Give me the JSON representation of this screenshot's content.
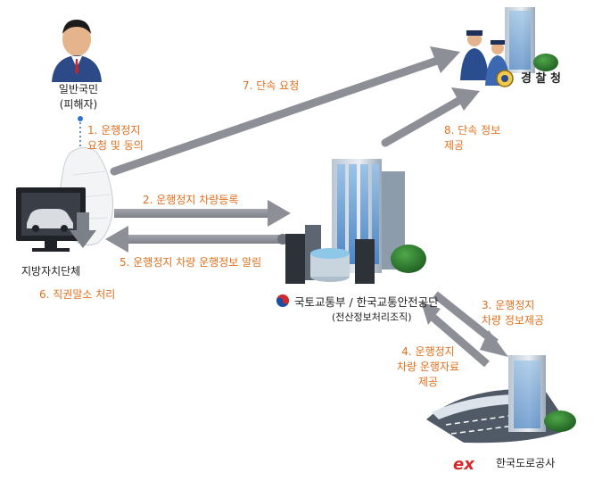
{
  "colors": {
    "step_text": "#e0701e",
    "arrow": "#8c8f96",
    "dotted_line": "#2f6fd0",
    "building": "#cfd8e2",
    "window": "#6f9fd0"
  },
  "actors": {
    "citizen": {
      "name": "일반국민",
      "sub": "(피해자)",
      "icon": "person-suit-icon"
    },
    "police": {
      "name": "경 찰 청",
      "icon": "police-building-icon"
    },
    "local_gov": {
      "name": "지방자치단체",
      "icon": "computer-monitor-icon"
    },
    "ministry": {
      "name": "국토교통부 / 한국교통안전공단",
      "sub": "(전산정보처리조직)",
      "icon": "datacenter-building-icon"
    },
    "highway": {
      "name": "한국도로공사",
      "icon": "highway-tollgate-icon",
      "logo": "ex"
    }
  },
  "steps": [
    {
      "id": 1,
      "lines": [
        "1. 운행정지",
        "요청 및 동의"
      ]
    },
    {
      "id": 2,
      "lines": [
        "2. 운행정지 차량등록"
      ]
    },
    {
      "id": 3,
      "lines": [
        "3. 운행정지",
        "차량 정보제공"
      ]
    },
    {
      "id": 4,
      "lines": [
        "4. 운행정지",
        "차량 운행자료",
        "제공"
      ]
    },
    {
      "id": 5,
      "lines": [
        "5. 운행정지 차량 운행정보 알림"
      ]
    },
    {
      "id": 6,
      "lines": [
        "6. 직권말소 처리"
      ]
    },
    {
      "id": 7,
      "lines": [
        "7. 단속 요청"
      ]
    },
    {
      "id": 8,
      "lines": [
        "8. 단속 정보",
        "제공"
      ]
    }
  ]
}
